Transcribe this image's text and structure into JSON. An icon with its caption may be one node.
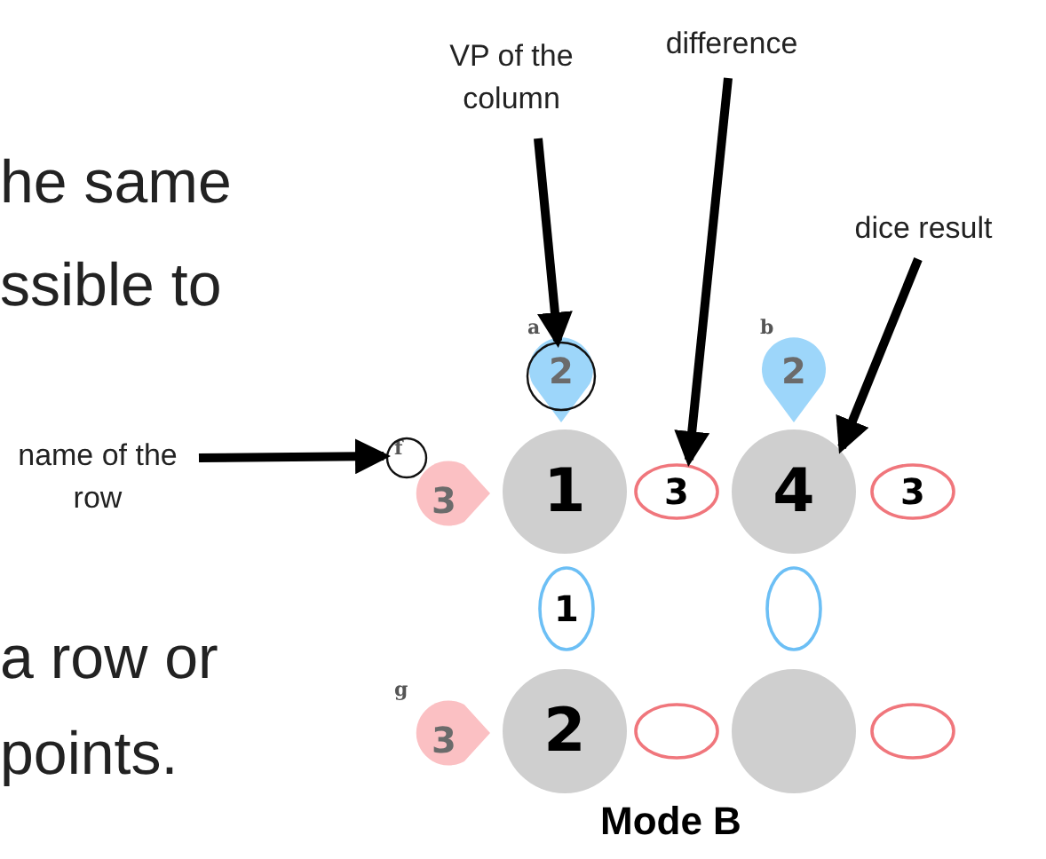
{
  "diagram": {
    "nodes": [
      {
        "text": [
          "VP of the column"
        ]
      },
      {
        "text": [
          "difference"
        ]
      },
      {
        "text": [
          "dice result"
        ]
      },
      {
        "text": [
          "name of the row"
        ]
      },
      {
        "text": [
          "2"
        ],
        "beside": [
          "a"
        ]
      },
      {
        "text": [
          "2"
        ],
        "beside": [
          "b"
        ]
      },
      {
        "text": [
          "3"
        ],
        "beside": [
          "f"
        ]
      },
      {
        "text": [
          "1"
        ]
      },
      {
        "text": [
          "3"
        ]
      },
      {
        "text": [
          "4"
        ]
      },
      {
        "text": [
          "3"
        ]
      },
      {
        "text": [
          "1"
        ]
      },
      {
        "text": [],
        "shape": "oval"
      },
      {
        "text": [
          "3"
        ],
        "beside": [
          "g"
        ]
      },
      {
        "text": [
          "2"
        ]
      },
      {
        "text": [],
        "shape": "oval"
      },
      {
        "text": [],
        "shape": "circle"
      },
      {
        "text": [],
        "shape": "oval"
      }
    ],
    "edges": [
      {
        "from": 0,
        "to": 4,
        "arrow": "to"
      },
      {
        "from": 1,
        "to": 8,
        "arrow": "to"
      },
      {
        "from": 2,
        "to": 9,
        "arrow": "to"
      },
      {
        "from": 3,
        "to": 6,
        "arrow": "to"
      }
    ],
    "labels": [
      "he same",
      "ssible to",
      "a row or",
      "points.",
      "Mode B"
    ]
  }
}
